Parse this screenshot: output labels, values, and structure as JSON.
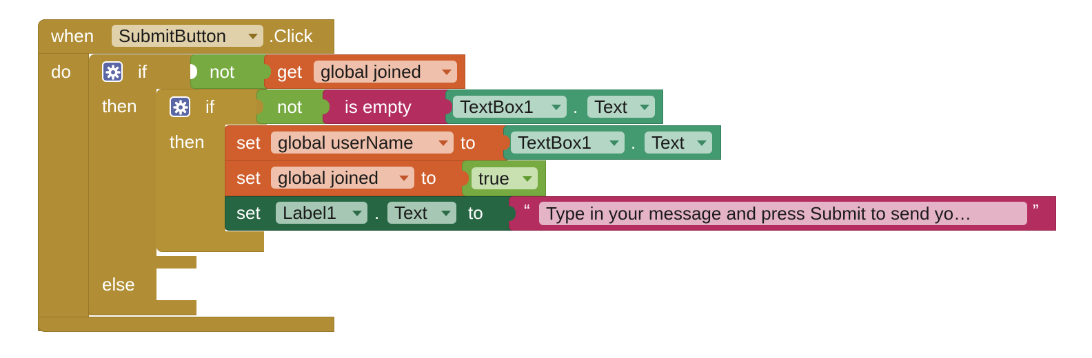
{
  "event": {
    "when_label": "when",
    "component": "SubmitButton",
    "event_name": ".Click",
    "do_label": "do"
  },
  "outer_if": {
    "if_label": "if",
    "then_label": "then",
    "else_label": "else",
    "not_label": "not",
    "get_label": "get",
    "variable": "global joined"
  },
  "inner_if": {
    "if_label": "if",
    "then_label": "then",
    "not_label": "not",
    "is_empty_label": "is empty",
    "component": "TextBox1",
    "dot": ".",
    "property": "Text"
  },
  "set1": {
    "set_label": "set",
    "variable": "global userName",
    "to_label": "to",
    "component": "TextBox1",
    "dot": ".",
    "property": "Text"
  },
  "set2": {
    "set_label": "set",
    "variable": "global joined",
    "to_label": "to",
    "value": "true"
  },
  "set3": {
    "set_label": "set",
    "component": "Label1",
    "dot": ".",
    "property": "Text",
    "to_label": "to",
    "open_quote": "“",
    "text": "Type in your message and press Submit to send yo…",
    "close_quote": "”"
  },
  "colors": {
    "control": "#b18e35",
    "variable": "#d05f2d",
    "logic": "#77ab41",
    "text": "#b32d5e",
    "component_getter": "#439970",
    "component_setter": "#266643",
    "mutator": "#5b67a5"
  },
  "icons": [
    "gear-icon",
    "chevron-down-icon"
  ]
}
